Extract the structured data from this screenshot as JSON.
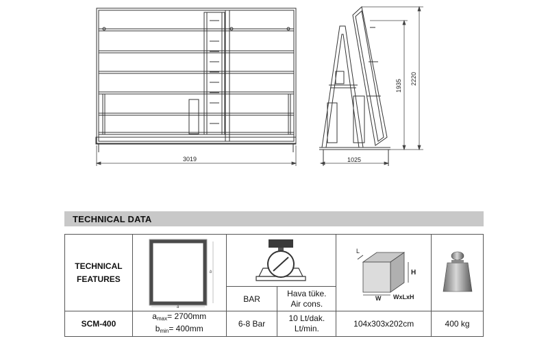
{
  "drawing": {
    "dim_width": "3019",
    "dim_depth": "1025",
    "dim_height_inner": "1935",
    "dim_height_total": "2220"
  },
  "section": {
    "title": "TECHNICAL DATA"
  },
  "table": {
    "header_label_line1": "TECHNICAL",
    "header_label_line2": "FEATURES",
    "frame_label_b": "b",
    "frame_label_a": "a",
    "col_bar_label": "BAR",
    "col_air_label_line1": "Hava tüke.",
    "col_air_label_line2": "Air cons.",
    "box_label_l": "L",
    "box_label_h": "H",
    "box_label_w": "W",
    "box_label_wxlxh": "WxLxH",
    "row": {
      "model": "SCM-400",
      "a_prefix": "a",
      "a_sub": "max",
      "a_value": "= 2700mm",
      "b_prefix": "b",
      "b_sub": "min",
      "b_value": "= 400mm",
      "pressure": "6-8 Bar",
      "air_line1": "10 Lt/dak.",
      "air_line2": "Lt/min.",
      "dimensions": "104x303x202cm",
      "weight": "400 kg"
    }
  }
}
